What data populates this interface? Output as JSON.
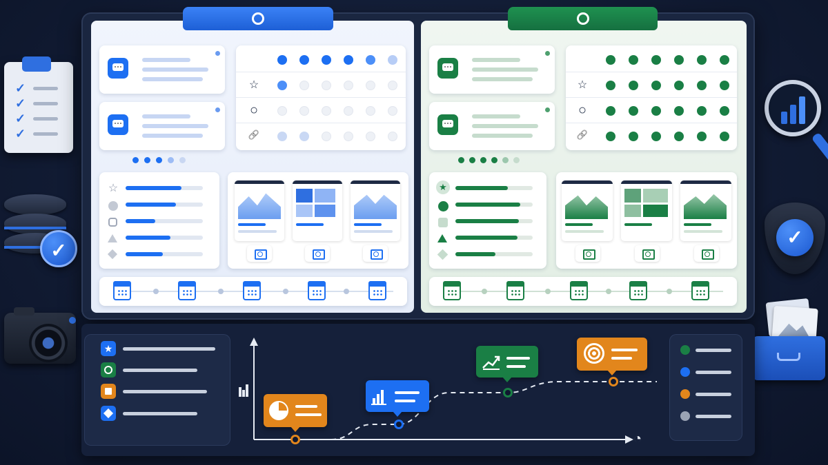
{
  "meta": {
    "title": ""
  },
  "colors": {
    "blue": "#1d6ff2",
    "green": "#1a7f45",
    "orange": "#e2861c",
    "gray": "#9aa3b4"
  },
  "icons": {
    "left_list": [
      "star-icon",
      "circle-icon",
      "rounded-square-icon",
      "triangle-icon",
      "diamond-icon"
    ],
    "grid_rows": [
      "star-icon",
      "circle-icon",
      "link-icon"
    ],
    "timeline_callouts": [
      "pie-chart-icon",
      "bar-chart-icon",
      "trend-up-icon",
      "target-icon"
    ],
    "axis_end": "gauge-icon",
    "decorations": [
      "clipboard-checklist-icon",
      "database-check-icon",
      "camera-icon",
      "magnifier-chart-icon",
      "shield-check-icon",
      "photo-drawer-icon"
    ]
  },
  "glyphs": {
    "star": "☆",
    "circle": "○",
    "link": "🔗",
    "check": "✓",
    "filled_star": "★",
    "square": "■",
    "diamond": "◆",
    "gauge": "◔"
  },
  "progress": {
    "blue_list": [
      0.72,
      0.65,
      0.38,
      0.58,
      0.48
    ],
    "green_list": [
      0.68,
      0.84,
      0.82,
      0.8,
      0.52
    ]
  },
  "timeline": {
    "nodes": [
      "orange",
      "blue",
      "green",
      "orange"
    ]
  }
}
